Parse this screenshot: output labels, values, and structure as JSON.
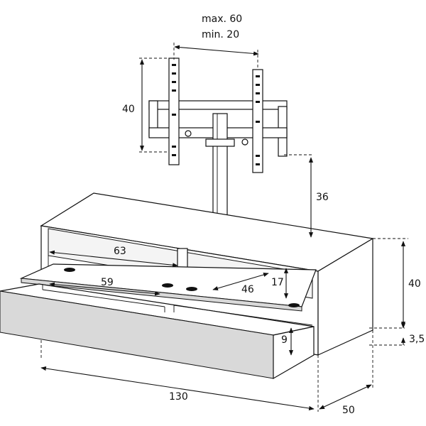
{
  "dimensions": {
    "bracket_max": "max. 60",
    "bracket_min": "min. 20",
    "bracket_height": "40",
    "mount_height": "36",
    "inner_width_top": "63",
    "inner_width_bottom": "59",
    "inner_depth": "46",
    "inner_height": "17",
    "drawer_height": "9",
    "cabinet_height": "40",
    "plinth_height": "3,5",
    "total_width": "130",
    "total_depth": "50"
  }
}
